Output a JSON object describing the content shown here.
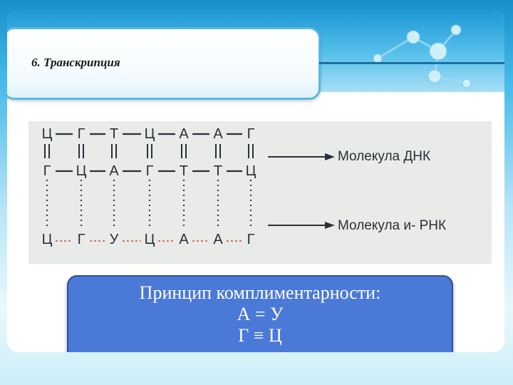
{
  "slide": {
    "title": "6. Транскрипция"
  },
  "diagram": {
    "dna_top_strand": [
      "Ц",
      "Г",
      "Т",
      "Ц",
      "А",
      "А",
      "Г"
    ],
    "dna_bottom_strand": [
      "Г",
      "Ц",
      "А",
      "Г",
      "Т",
      "Т",
      "Ц"
    ],
    "rna_strand": [
      "Ц",
      "Г",
      "У",
      "Ц",
      "А",
      "А",
      "Г"
    ],
    "label_dna": "Молекула ДНК",
    "label_rna": "Молекула и- РНК"
  },
  "principle": {
    "heading": "Принцип комплиментарности:",
    "rule_1": "А = У",
    "rule_2": "Г ≡ Ц"
  },
  "colors": {
    "background_blue": "#1a8ec9",
    "principle_box": "#4b79d7",
    "title_border": "#5bb7e2"
  },
  "icons": [
    "molecule-decoration"
  ]
}
